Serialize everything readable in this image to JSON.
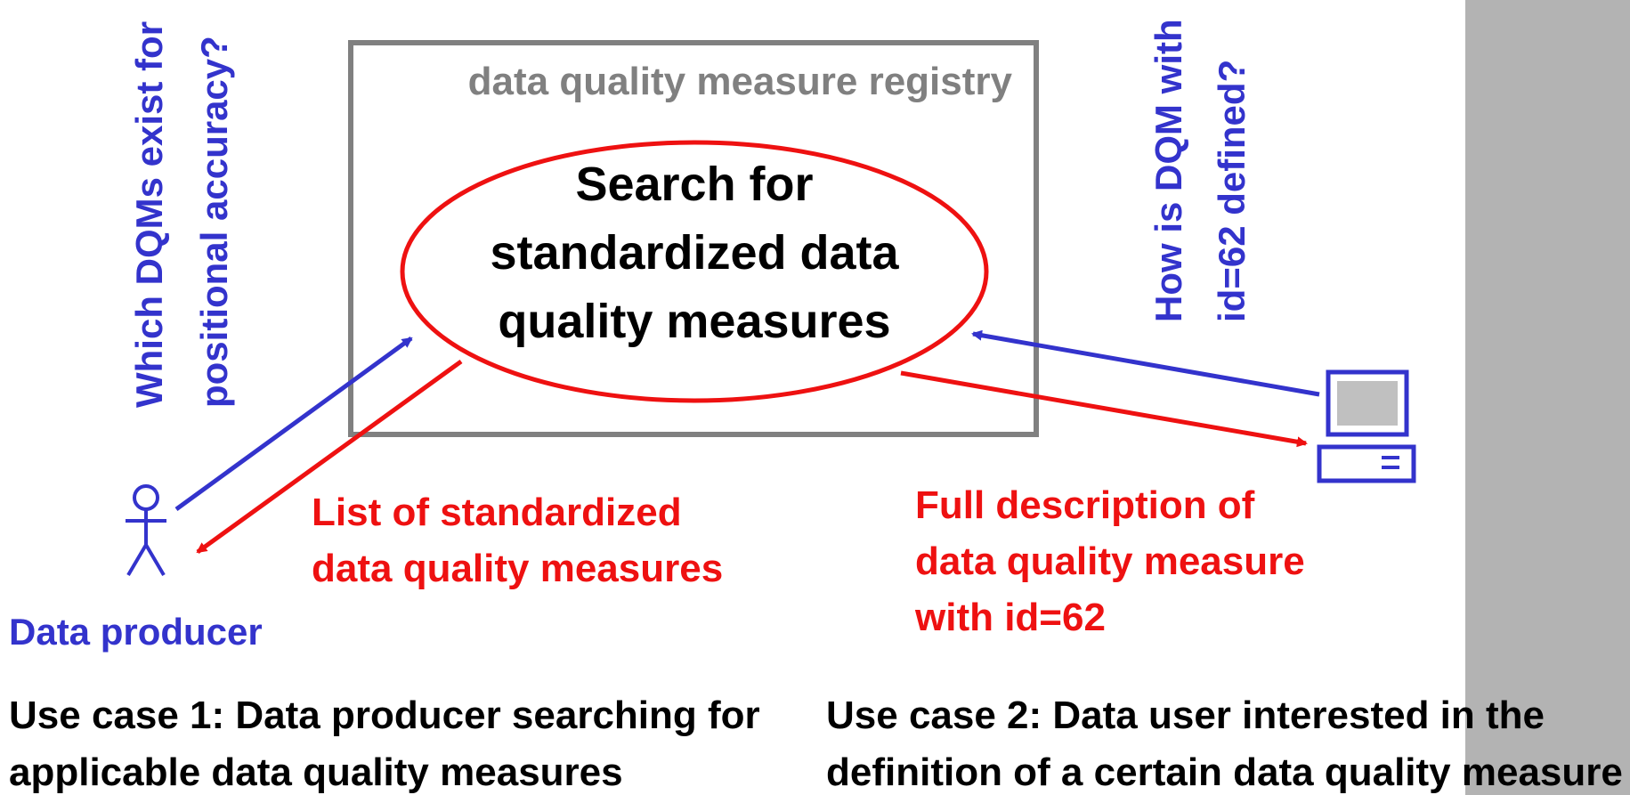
{
  "registry": {
    "label": "data quality measure registry"
  },
  "search": {
    "line1": "Search for",
    "line2": "standardized data",
    "line3": "quality measures"
  },
  "use_case_1": {
    "question_line1": "Which DQMs exist for",
    "question_line2": "positional accuracy?",
    "actor_label": "Data producer",
    "response_line1": "List of standardized",
    "response_line2": "data quality measures",
    "caption_line1": "Use case 1: Data producer searching for",
    "caption_line2": "applicable data quality measures"
  },
  "use_case_2": {
    "question_line1": "How is DQM with",
    "question_line2": "id=62 defined?",
    "response_line1": "Full description of",
    "response_line2": "data quality measure",
    "response_line3": "with id=62",
    "caption_line1": "Use case 2: Data user interested in the",
    "caption_line2": "definition of a certain data quality measure"
  },
  "colors": {
    "request": "#3333cc",
    "response": "#ee1111",
    "registry_border": "#808080",
    "text": "#000000",
    "side_panel": "#b3b3b3"
  },
  "icons": {
    "actor": "stick-figure-icon",
    "computer": "computer-icon"
  }
}
